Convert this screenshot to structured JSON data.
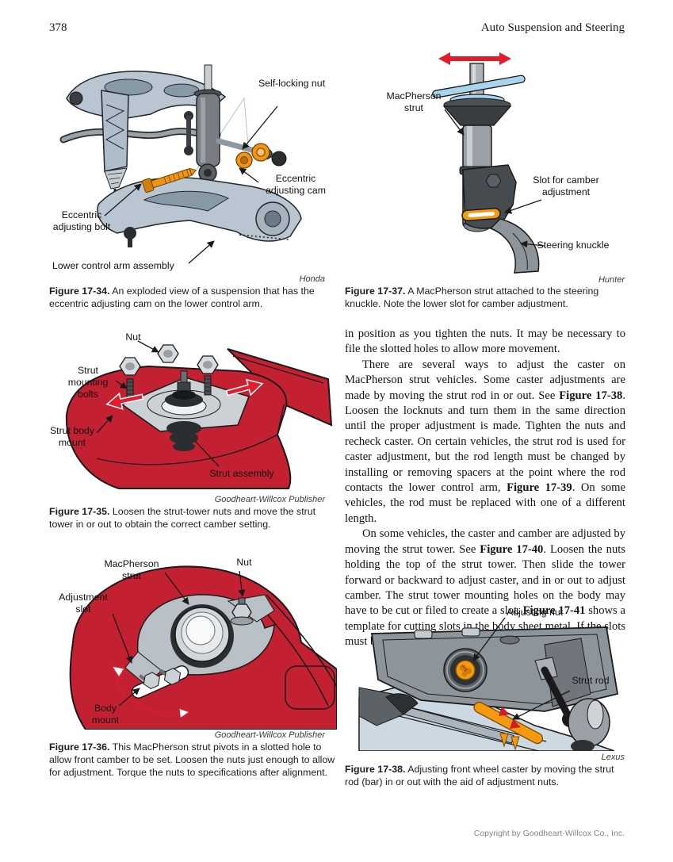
{
  "page": {
    "number": "378",
    "header_title": "Auto Suspension and Steering",
    "footer": "Copyright by Goodheart-Willcox Co., Inc."
  },
  "colors": {
    "figure_red": "#c32032",
    "accent_orange": "#ef9413",
    "arrow_red": "#e31c2d",
    "steel_blue": "#b9c6d1",
    "light_blue": "#a8d4ec"
  },
  "figures": {
    "f34": {
      "labels": {
        "self_locking_nut": "Self-locking nut",
        "eccentric_adjusting_cam": "Eccentric adjusting cam",
        "eccentric_adjusting_bolt": "Eccentric adjusting bolt",
        "lower_control_arm": "Lower control arm assembly"
      },
      "credit": "Honda",
      "caption_lead": "Figure 17-34.",
      "caption": " An exploded view of a suspension that has the eccentric adjusting cam on the lower control arm."
    },
    "f35": {
      "labels": {
        "nut": "Nut",
        "strut_mounting_bolts": "Strut mounting bolts",
        "strut_body_mount": "Strut body mount",
        "strut_assembly": "Strut assembly"
      },
      "credit": "Goodheart-Willcox Publisher",
      "caption_lead": "Figure 17-35.",
      "caption": " Loosen the strut-tower nuts and move the strut tower in or out to obtain the correct camber setting."
    },
    "f36": {
      "labels": {
        "macpherson_strut": "MacPherson strut",
        "nut": "Nut",
        "adjustment_slot": "Adjustment slot",
        "body_mount": "Body mount"
      },
      "credit": "Goodheart-Willcox Publisher",
      "caption_lead": "Figure 17-36.",
      "caption": " This MacPherson strut pivots in a slotted hole to allow front camber to be set. Loosen the nuts just enough to allow for adjustment. Torque the nuts to specifications after alignment."
    },
    "f37": {
      "labels": {
        "macpherson_strut": "MacPherson strut",
        "slot_for_camber": "Slot for camber adjustment",
        "steering_knuckle": "Steering knuckle"
      },
      "credit": "Hunter",
      "caption_lead": "Figure 17-37.",
      "caption": " A MacPherson strut attached to the steering knuckle. Note the lower slot for camber adjustment."
    },
    "f38": {
      "labels": {
        "adjusting_nut": "Adjusting nut",
        "strut_rod": "Strut rod"
      },
      "credit": "Lexus",
      "caption_lead": "Figure 17-38.",
      "caption": " Adjusting front wheel caster by moving the strut rod (bar) in or out with the aid of adjustment nuts."
    }
  },
  "body": {
    "paragraphs": [
      {
        "runs": [
          {
            "t": "in position as you tighten the nuts. It may be necessary to file the slotted holes to allow more movement."
          }
        ]
      },
      {
        "runs": [
          {
            "t": "There are several ways to adjust the caster on MacPherson strut vehicles. Some caster adjustments are made by moving the strut rod in or out. See "
          },
          {
            "t": "Figure 17-38",
            "b": true
          },
          {
            "t": ". Loosen the locknuts and turn them in the same direction until the proper adjustment is made. Tighten the nuts and recheck caster. On certain vehicles, the strut rod is used for caster adjustment, but the rod length must be changed by installing or removing spacers at the point where the rod contacts the lower control arm, "
          },
          {
            "t": "Figure 17-39",
            "b": true
          },
          {
            "t": ". On some vehicles, the rod must be replaced with one of a different length."
          }
        ]
      },
      {
        "runs": [
          {
            "t": "On some vehicles, the caster and camber are adjusted by moving the strut tower. See "
          },
          {
            "t": "Figure 17-40",
            "b": true
          },
          {
            "t": ". Loosen the nuts holding the top of the strut tower. Then slide the tower forward or backward to adjust caster, and in or out to adjust camber. The strut tower mounting holes on the body may have to be cut or filed to create a slot. "
          },
          {
            "t": "Figure 17-41",
            "b": true
          },
          {
            "t": " shows a template for cutting slots in the body sheet metal. If the slots must be created in the body, remove the tower nuts and"
          }
        ]
      }
    ]
  }
}
